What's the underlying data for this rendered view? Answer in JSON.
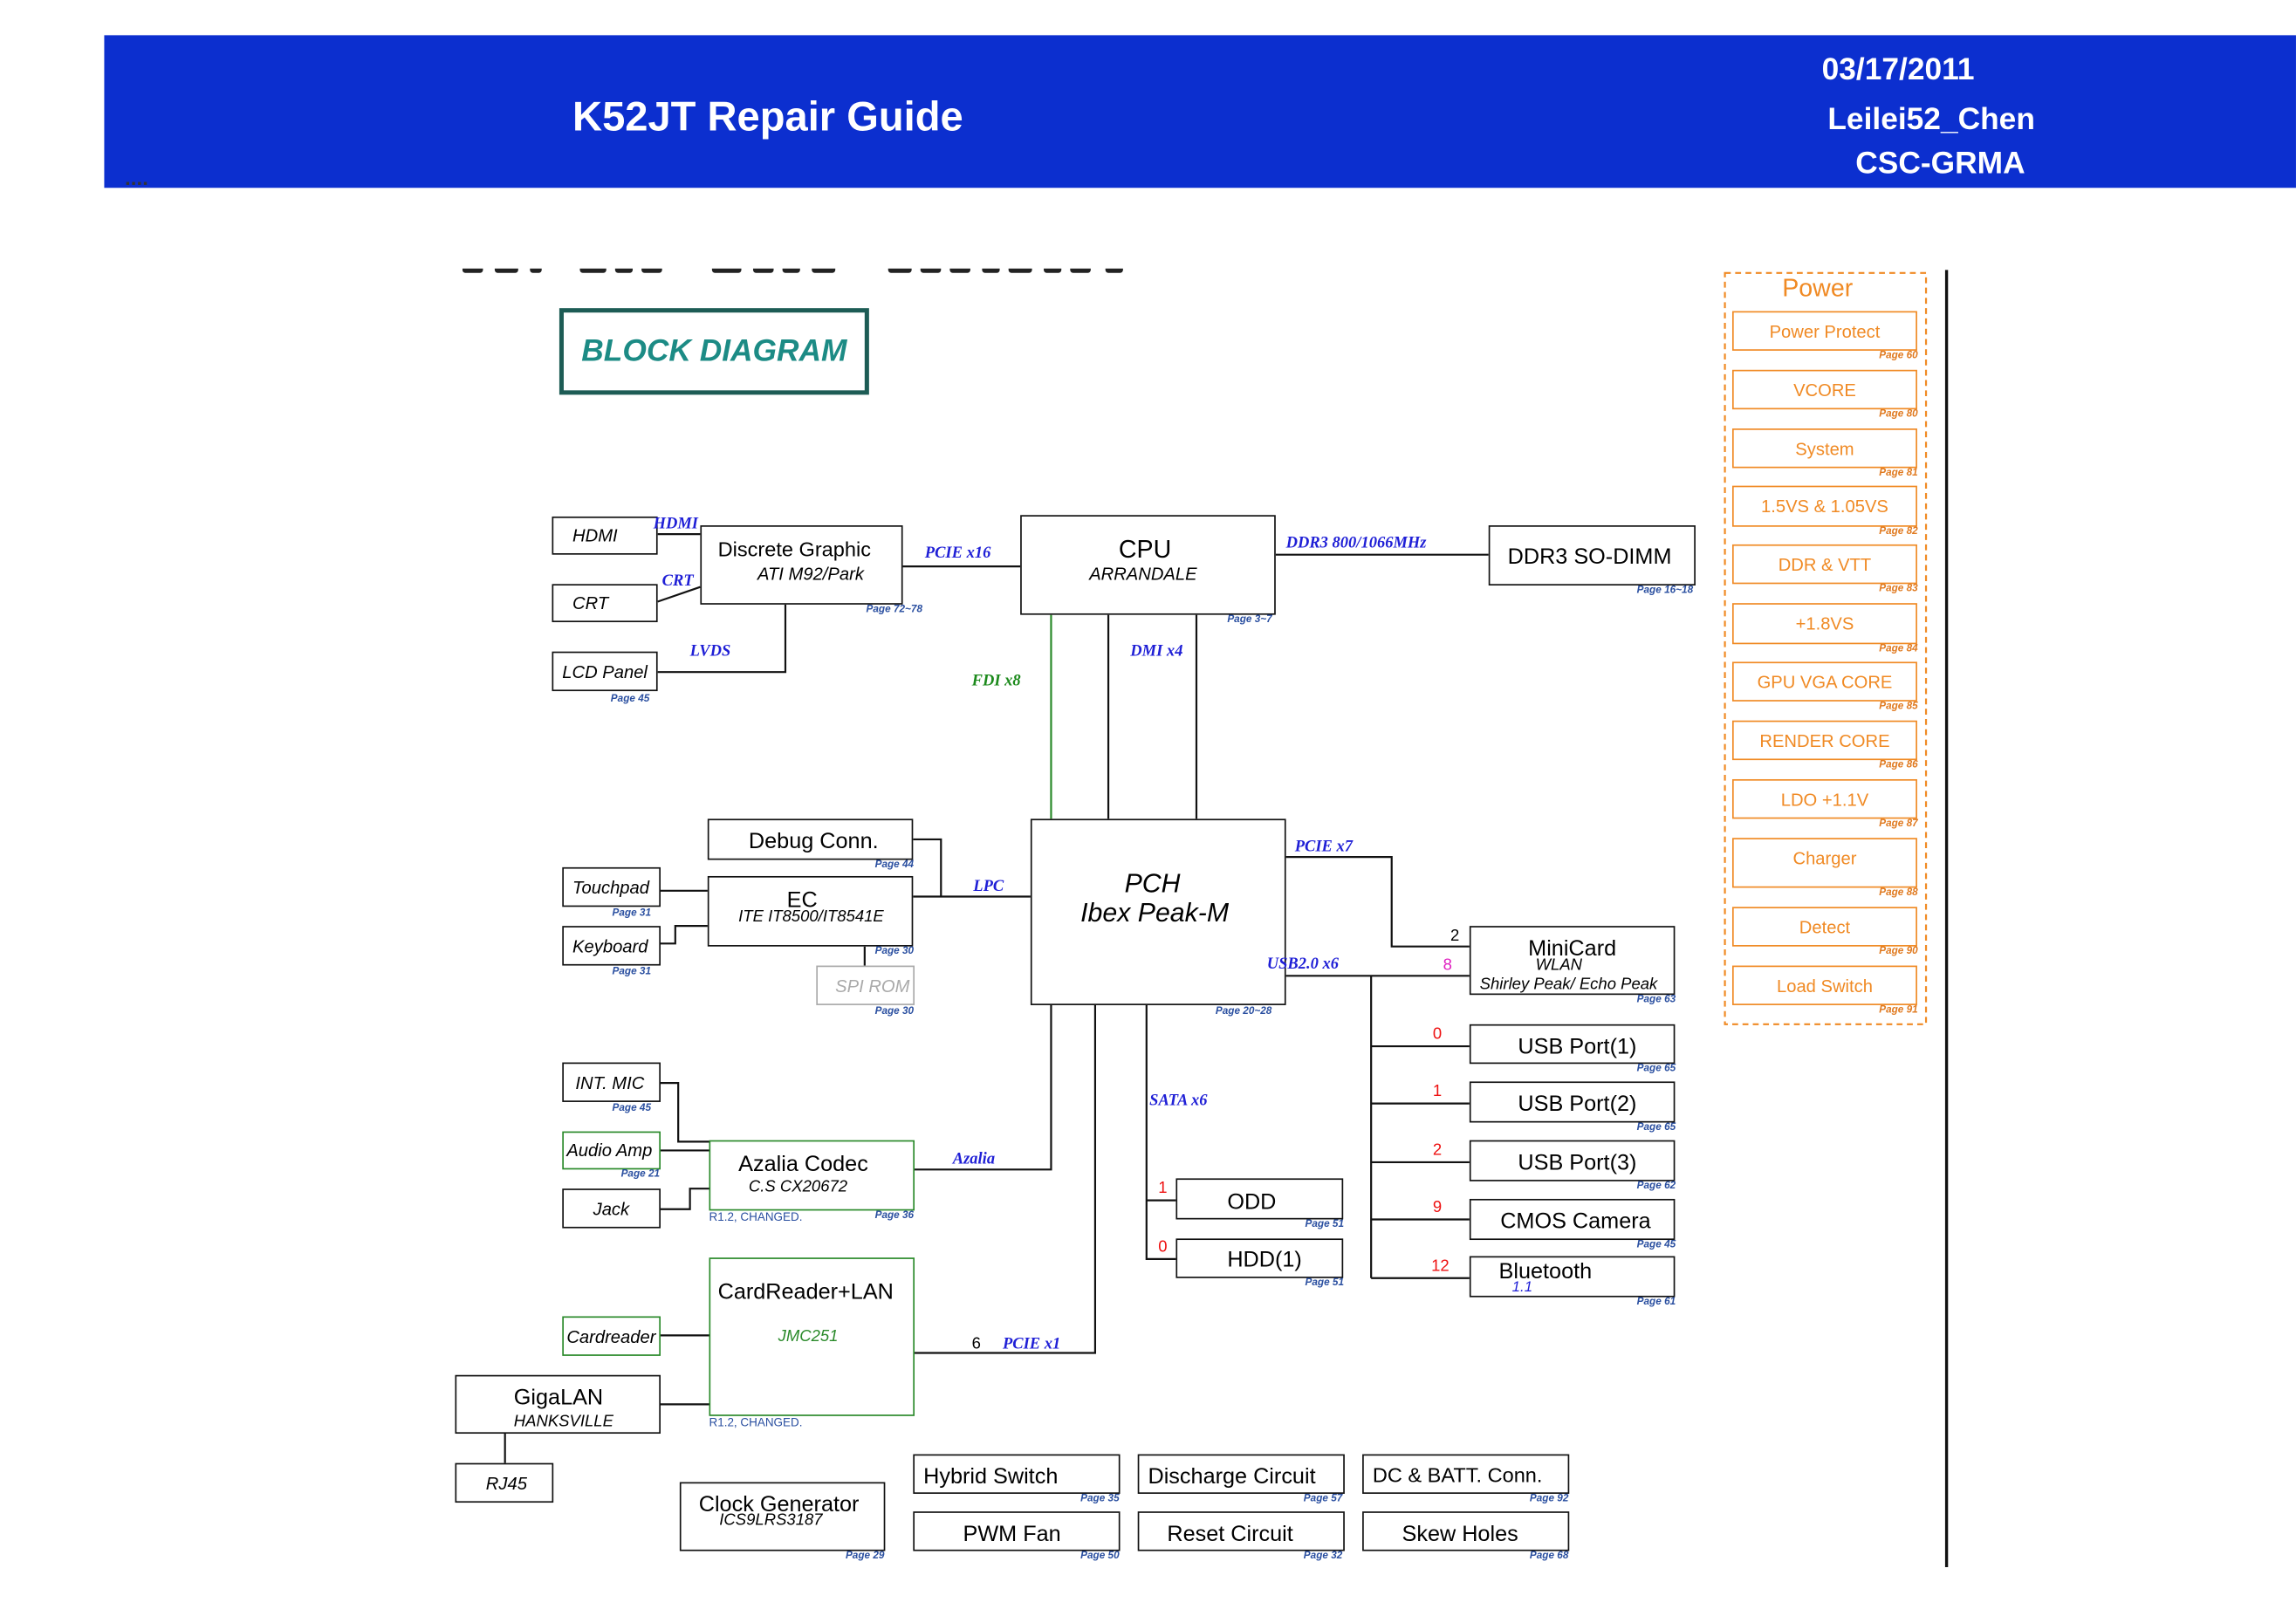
{
  "header": {
    "title": "K52JT Repair Guide",
    "date": "03/17/2011",
    "author": "Leilei52_Chen",
    "dept": "CSC-GRMA"
  },
  "diagram_title": "BLOCK DIAGRAM",
  "cpu": {
    "label": "CPU",
    "sub": "ARRANDALE",
    "page": "Page 3~7"
  },
  "pch": {
    "label1": "PCH",
    "label2": "Ibex Peak-M",
    "page": "Page 20~28"
  },
  "ddr": {
    "label": "DDR3 SO-DIMM",
    "page": "Page 16~18"
  },
  "graphics": {
    "label": "Discrete Graphic",
    "sub": "ATI M92/Park",
    "page": "Page 72~78"
  },
  "hdmi": "HDMI",
  "crt": "CRT",
  "lcd": {
    "label": "LCD Panel",
    "page": "Page 45"
  },
  "debug": {
    "label": "Debug Conn.",
    "page": "Page 44"
  },
  "ec": {
    "label": "EC",
    "sub": "ITE IT8500/IT8541E",
    "page": "Page 30"
  },
  "touchpad": {
    "label": "Touchpad",
    "page": "Page 31"
  },
  "keyboard": {
    "label": "Keyboard",
    "page": "Page 31"
  },
  "spirom": {
    "label": "SPI ROM",
    "page": "Page 30"
  },
  "intmic": {
    "label": "INT. MIC",
    "page": "Page 45"
  },
  "audioamp": {
    "label": "Audio Amp",
    "page": "Page 21"
  },
  "jack": "Jack",
  "codec": {
    "label": "Azalia Codec",
    "sub": "C.S CX20672",
    "note": "R1.2, CHANGED.",
    "page": "Page 36"
  },
  "cardreader_lan": {
    "label": "CardReader+LAN",
    "sub": "JMC251",
    "note": "R1.2, CHANGED."
  },
  "cardreader": "Cardreader",
  "gigalan": {
    "label": "GigaLAN",
    "sub": "HANKSVILLE"
  },
  "rj45": "RJ45",
  "clock": {
    "label": "Clock Generator",
    "sub": "ICS9LRS3187",
    "page": "Page 29"
  },
  "misc": {
    "hybrid": "Hybrid Switch",
    "hybrid_page": "Page 35",
    "pwm": "PWM Fan",
    "pwm_page": "Page 50",
    "discharge": "Discharge Circuit",
    "discharge_page": "Page 57",
    "reset": "Reset Circuit",
    "reset_page": "Page 32",
    "dcbatt": "DC & BATT. Conn.",
    "dcbatt_page": "Page 92",
    "skew": "Skew Holes",
    "skew_page": "Page 68"
  },
  "minicard": {
    "label": "MiniCard",
    "sub1": "WLAN",
    "sub2": "Shirley Peak/ Echo Peak",
    "page": "Page 63"
  },
  "usb1": {
    "label": "USB Port(1)",
    "page": "Page 65"
  },
  "usb2": {
    "label": "USB Port(2)",
    "page": "Page 65"
  },
  "usb3": {
    "label": "USB Port(3)",
    "page": "Page 62"
  },
  "cmos": {
    "label": "CMOS Camera",
    "page": "Page 45"
  },
  "bluetooth": {
    "label": "Bluetooth",
    "sub": "1.1",
    "page": "Page 61"
  },
  "odd": {
    "label": "ODD",
    "page": "Page 51"
  },
  "hdd": {
    "label": "HDD(1)",
    "page": "Page 51"
  },
  "buses": {
    "hdmi": "HDMI",
    "crt": "CRT",
    "lvds": "LVDS",
    "pcie16": "PCIE x16",
    "ddr3": "DDR3  800/1066MHz",
    "fdi": "FDI x8",
    "dmi": "DMI x4",
    "lpc": "LPC",
    "pcie7": "PCIE x7",
    "usb": "USB2.0 x6",
    "sata": "SATA x6",
    "azalia": "Azalia",
    "pcie1": "PCIE x1"
  },
  "ports": {
    "mc_a": "2",
    "mc_b": "8",
    "usb1": "0",
    "usb2": "1",
    "usb3": "2",
    "cmos": "9",
    "bt": "12",
    "odd": "1",
    "hdd": "0",
    "lan": "6"
  },
  "power": {
    "title": "Power",
    "items": [
      {
        "label": "Power Protect",
        "page": "Page 60"
      },
      {
        "label": "VCORE",
        "page": "Page 80"
      },
      {
        "label": "System",
        "page": "Page 81"
      },
      {
        "label": "1.5VS & 1.05VS",
        "page": "Page 82"
      },
      {
        "label": "DDR & VTT",
        "page": "Page 83"
      },
      {
        "label": "+1.8VS",
        "page": "Page 84"
      },
      {
        "label": "GPU VGA CORE",
        "page": "Page 85"
      },
      {
        "label": "RENDER CORE",
        "page": "Page 86"
      },
      {
        "label": "LDO +1.1V",
        "page": "Page 87"
      },
      {
        "label": "Charger",
        "page": "Page 88"
      },
      {
        "label": "Detect",
        "page": "Page 90"
      },
      {
        "label": "Load Switch",
        "page": "Page 91"
      }
    ]
  },
  "colors": {
    "header": "#0c2fcf",
    "bus": "#1f1fd6",
    "power": "#f08a24",
    "fdi": "#1c8a1c"
  }
}
